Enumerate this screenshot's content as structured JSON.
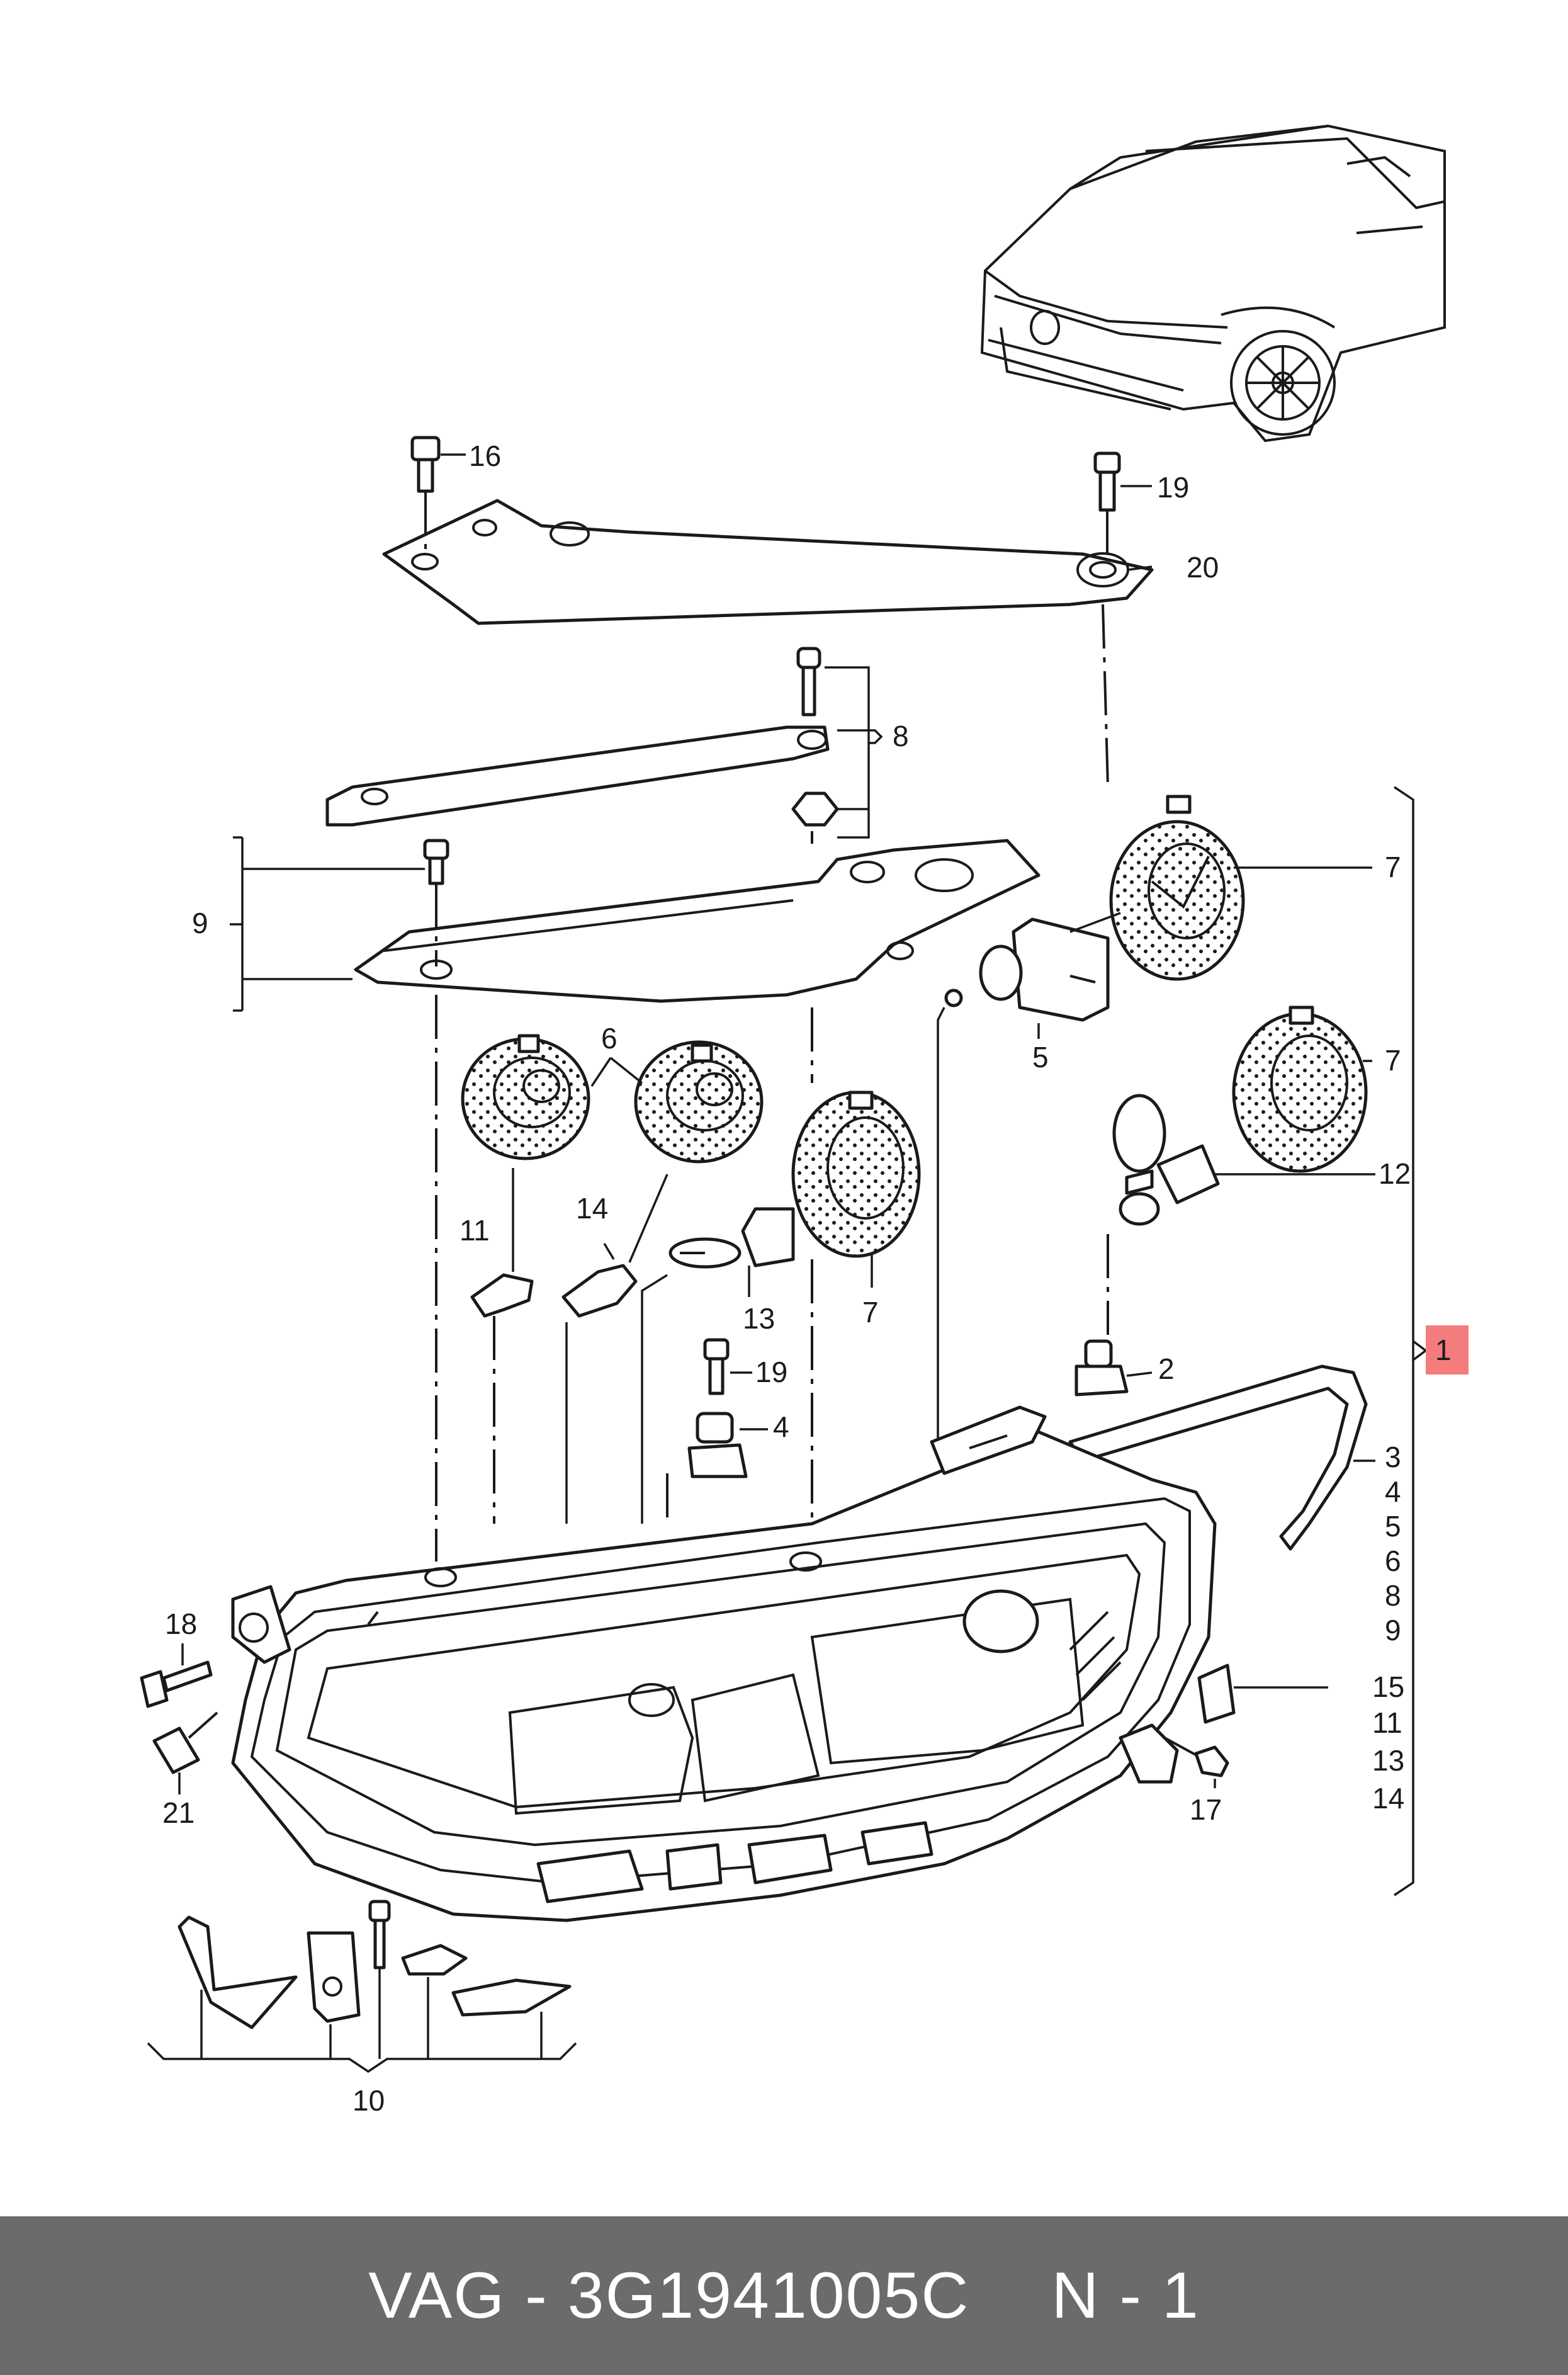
{
  "diagram": {
    "callouts": {
      "c1": "1",
      "c2": "2",
      "c3": "3",
      "c4a": "4",
      "c4b": "4",
      "c5a": "5",
      "c5b": "5",
      "c6a": "6",
      "c6b": "6",
      "c7a": "7",
      "c7b": "7",
      "c7c": "7",
      "c8a": "8",
      "c8b": "8",
      "c9a": "9",
      "c9b": "9",
      "c10": "10",
      "c11a": "11",
      "c11b": "11",
      "c12": "12",
      "c13a": "13",
      "c13b": "13",
      "c14a": "14",
      "c14b": "14",
      "c15": "15",
      "c16": "16",
      "c17": "17",
      "c18": "18",
      "c19a": "19",
      "c19b": "19",
      "c20": "20",
      "c21": "21"
    },
    "highlight_color": "#f47c7c"
  },
  "footer": {
    "part_number": "VAG - 3G1941005C",
    "position": "N - 1"
  }
}
